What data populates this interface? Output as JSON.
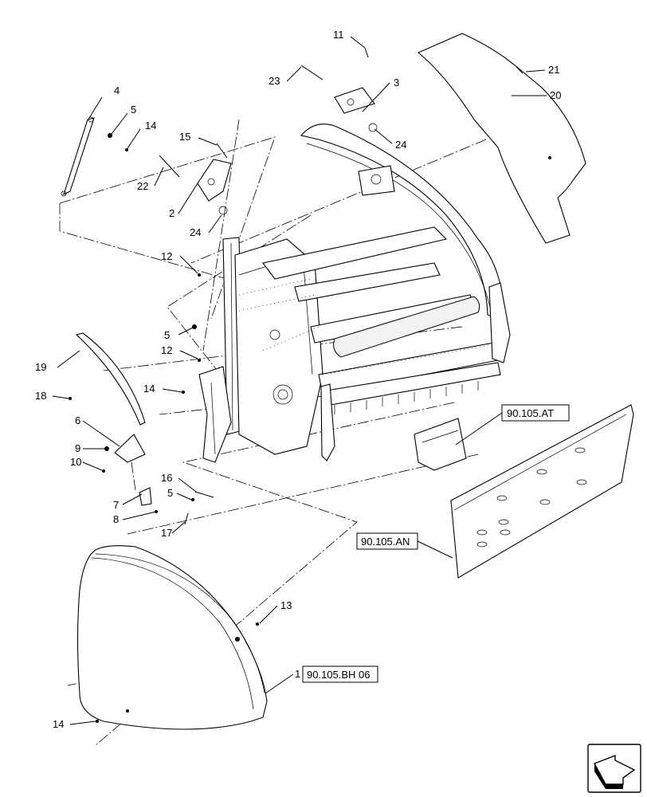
{
  "callouts": {
    "c1": "1",
    "c2": "2",
    "c3": "3",
    "c4": "4",
    "c5a": "5",
    "c5b": "5",
    "c5c": "5",
    "c6": "6",
    "c7": "7",
    "c8": "8",
    "c9": "9",
    "c10": "10",
    "c11": "11",
    "c12a": "12",
    "c12b": "12",
    "c13": "13",
    "c14a": "14",
    "c14b": "14",
    "c14c": "14",
    "c15": "15",
    "c16": "16",
    "c17": "17",
    "c18": "18",
    "c19": "19",
    "c20": "20",
    "c21": "21",
    "c22": "22",
    "c23": "23",
    "c24a": "24",
    "c24b": "24"
  },
  "references": {
    "ref_at": "90.105.AT",
    "ref_an": "90.105.AN",
    "ref_bh": "90.105.BH 06"
  },
  "icons": {
    "orientation": "direction-arrow-icon"
  }
}
